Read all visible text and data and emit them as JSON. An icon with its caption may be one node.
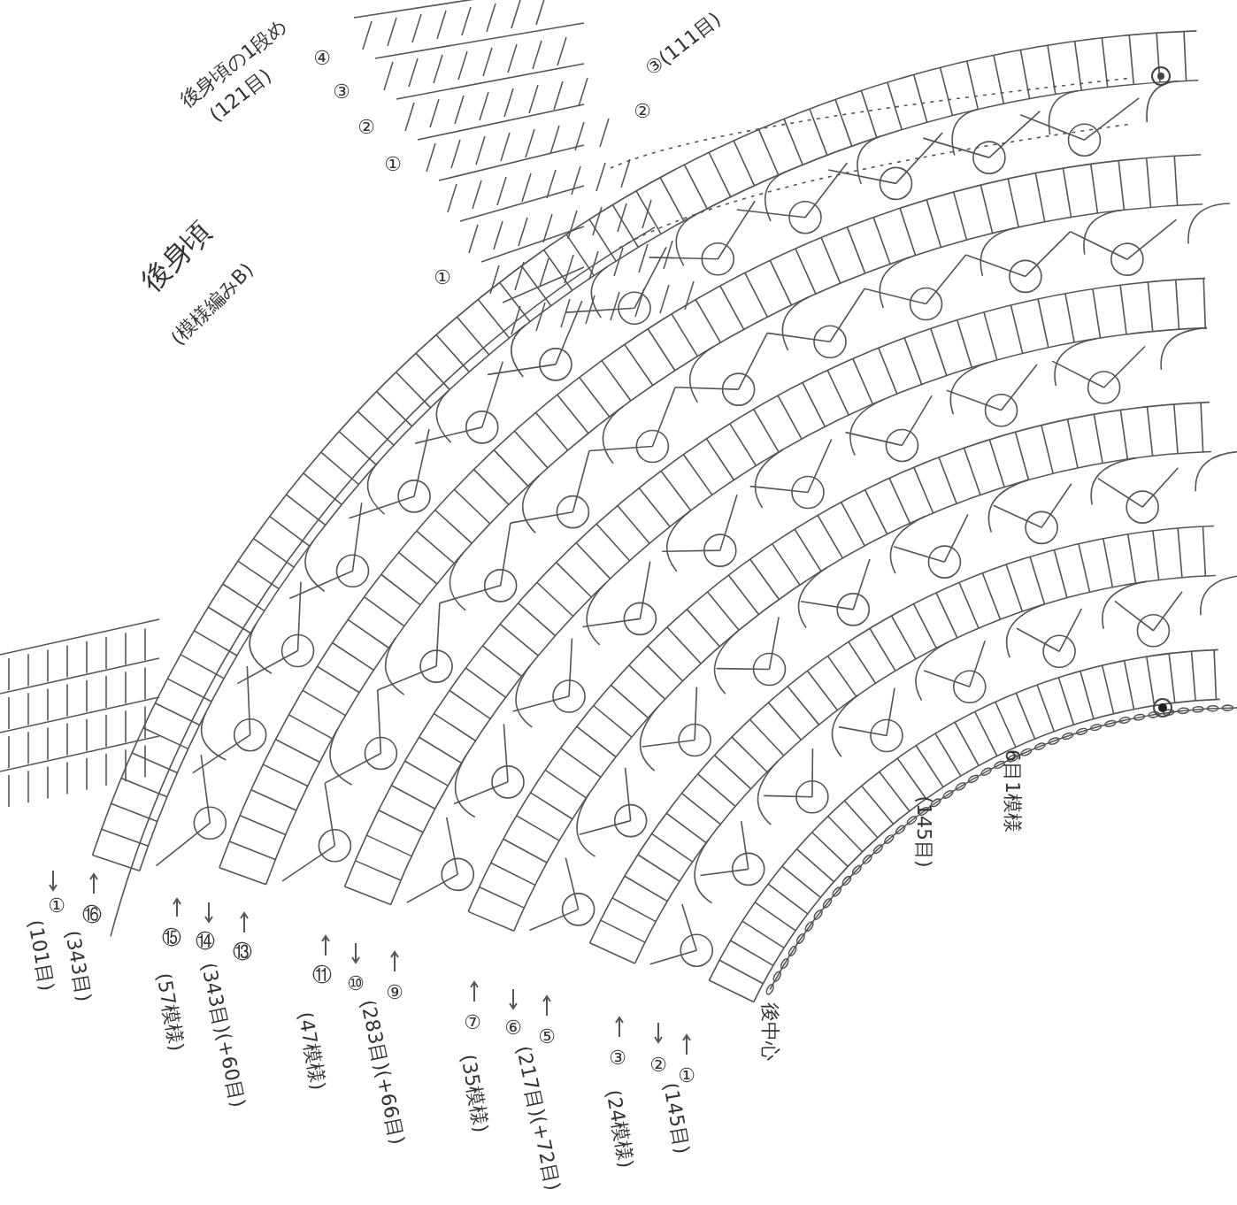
{
  "diagram": {
    "labels": [
      "後身頃の1段め",
      "(121目)",
      "④",
      "③(111目)",
      "③",
      "②",
      "②",
      "①",
      "①",
      "後身頃",
      "(模様編みB)",
      "6目1模様",
      "(145目)",
      "①",
      "(101目)",
      "⑯",
      "(343目)",
      "⑮",
      "⑭",
      "(57模様)",
      "⑬",
      "(343目)(+60目)",
      "⑪",
      "⑩",
      "(47模様)",
      "⑨",
      "(283目)(+66目)",
      "⑦",
      "⑥",
      "(35模様)",
      "⑤",
      "(217目)(+72目)",
      "③",
      "②",
      "(24模様)",
      "①",
      "(145目)",
      "後中心"
    ]
  }
}
